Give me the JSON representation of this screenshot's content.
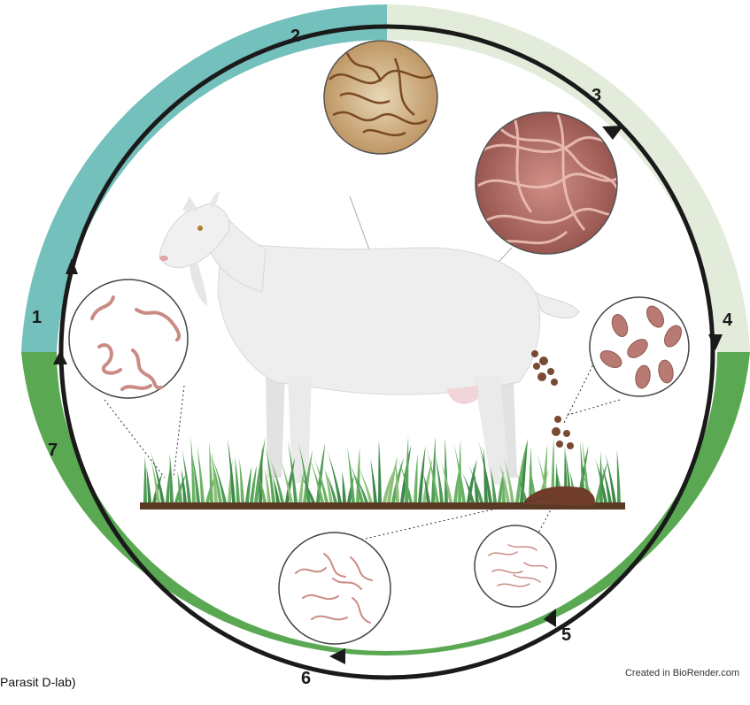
{
  "colors": {
    "teal": "#74c0bc",
    "pale_green": "#e3ecdb",
    "green": "#5aa852",
    "arrow": "#1a1a1a",
    "goat": "#eeeeee",
    "worm": "#c98c84",
    "egg": "#a5625a",
    "feces": "#6f3d2a",
    "grass": "#5aa85c",
    "soil": "#5b3a25"
  },
  "steps": [
    "1",
    "2",
    "3",
    "4",
    "5",
    "6",
    "7"
  ],
  "source_text": "Parasit D-lab)",
  "credit_text": "Created in BioRender.com"
}
